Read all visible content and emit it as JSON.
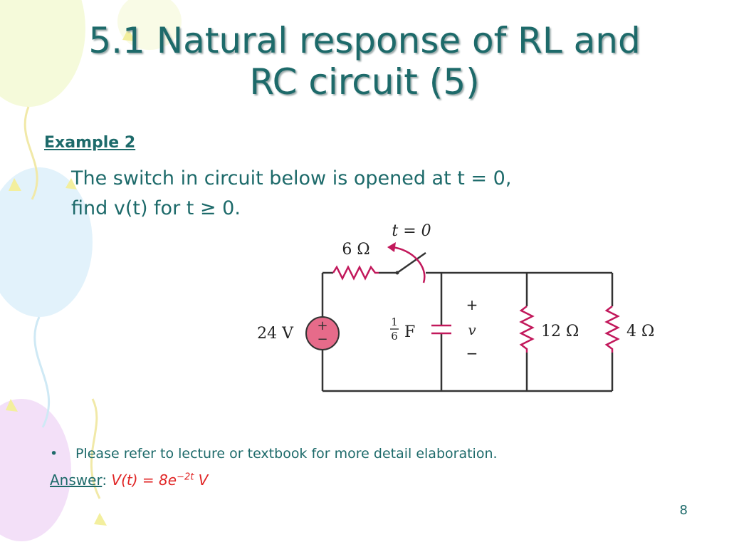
{
  "slide": {
    "title_line1": "5.1 Natural response of RL and",
    "title_line2": "RC circuit (5)",
    "example_heading": "Example 2",
    "problem_line1": "The switch in circuit below is opened at t = 0,",
    "problem_line2": "find v(t) for t ≥ 0.",
    "bullet_text": "Please refer to lecture or textbook for more detail elaboration.",
    "answer_label": "Answer",
    "answer_formula_base": "V(t) = 8e",
    "answer_formula_exp": "−2t",
    "answer_formula_unit": " V",
    "page_number": "8"
  },
  "circuit": {
    "switch_label": "t = 0",
    "resistor1_label": "6 Ω",
    "source_label": "24 V",
    "source_plus": "+",
    "source_minus": "−",
    "cap_num": "1",
    "cap_den": "6",
    "cap_unit": "F",
    "v_plus": "+",
    "v_label": "v",
    "v_minus": "−",
    "resistor2_label": "12 Ω",
    "resistor3_label": "4 Ω"
  },
  "colors": {
    "text": "#1d6a6a",
    "answer": "#e02424",
    "source_fill": "#e66b8a",
    "resistor": "#c2185b",
    "wire": "#333333"
  }
}
